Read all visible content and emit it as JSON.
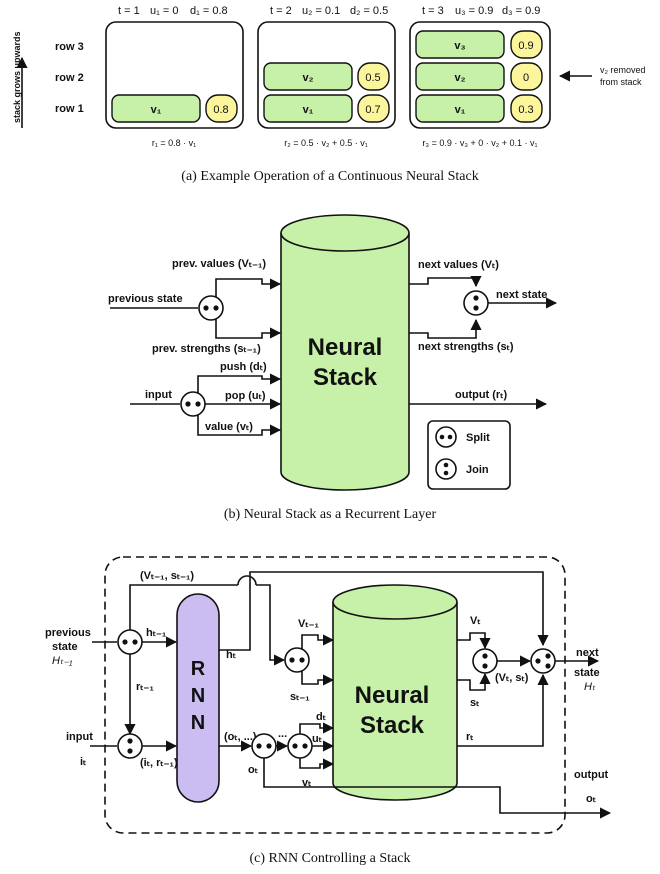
{
  "panel_a": {
    "caption": "(a) Example Operation of a Continuous Neural Stack",
    "axis_label": "stack grows upwards",
    "rows": [
      "row 3",
      "row 2",
      "row 1"
    ],
    "steps": [
      {
        "header": [
          "t = 1",
          "u₁ = 0",
          "d₁ = 0.8"
        ],
        "items": [
          {
            "row": 1,
            "vec": "v₁",
            "strength": "0.8"
          }
        ],
        "read": "r₁ = 0.8 · v₁"
      },
      {
        "header": [
          "t = 2",
          "u₂ = 0.1",
          "d₂ = 0.5"
        ],
        "items": [
          {
            "row": 2,
            "vec": "v₂",
            "strength": "0.5"
          },
          {
            "row": 1,
            "vec": "v₁",
            "strength": "0.7"
          }
        ],
        "read": "r₂ = 0.5 · v₂ + 0.5 · v₁"
      },
      {
        "header": [
          "t = 3",
          "u₃ = 0.9",
          "d₃ = 0.9"
        ],
        "items": [
          {
            "row": 3,
            "vec": "v₃",
            "strength": "0.9"
          },
          {
            "row": 2,
            "vec": "v₂",
            "strength": "0"
          },
          {
            "row": 1,
            "vec": "v₁",
            "strength": "0.3"
          }
        ],
        "read": "r₃ = 0.9 · v₃ + 0 · v₂ + 0.1 · v₁"
      }
    ],
    "removed_note": [
      "v₂ removed",
      "from stack"
    ]
  },
  "panel_b": {
    "caption": "(b) Neural Stack as a Recurrent Layer",
    "stack_label": [
      "Neural",
      "Stack"
    ],
    "labels": {
      "prev_values": "prev. values (Vₜ₋₁)",
      "previous_state": "previous state",
      "prev_strengths": "prev. strengths (sₜ₋₁)",
      "push": "push (dₜ)",
      "input": "input",
      "pop": "pop (uₜ)",
      "value": "value (vₜ)",
      "next_values": "next values (Vₜ)",
      "next_state": "next state",
      "next_strengths": "next strengths (sₜ)",
      "output": "output (rₜ)"
    },
    "legend": {
      "split": "Split",
      "join": "Join"
    }
  },
  "panel_c": {
    "caption": "(c) RNN Controlling a Stack",
    "stack_label": [
      "Neural",
      "Stack"
    ],
    "rnn_label": [
      "R",
      "N",
      "N"
    ],
    "labels": {
      "prev_state_1": "previous",
      "prev_state_2": "state",
      "prev_state_3": "Hₜ₋₁",
      "input_1": "input",
      "input_2": "iₜ",
      "h_prev": "hₜ₋₁",
      "r_prev": "rₜ₋₁",
      "i_r": "(iₜ, rₜ₋₁)",
      "h_t": "hₜ",
      "V_s_prev": "(Vₜ₋₁, sₜ₋₁)",
      "V_prev": "Vₜ₋₁",
      "s_prev": "sₜ₋₁",
      "o_dots": "(oₜ, ...)",
      "dots": "...",
      "o_t": "oₜ",
      "d_t": "dₜ",
      "u_t": "uₜ",
      "v_t": "vₜ",
      "V_t": "Vₜ",
      "s_t": "sₜ",
      "V_s": "(Vₜ, sₜ)",
      "r_t": "rₜ",
      "next_1": "next",
      "next_2": "state",
      "next_3": "Hₜ",
      "output": "output",
      "output_o": "oₜ"
    }
  }
}
